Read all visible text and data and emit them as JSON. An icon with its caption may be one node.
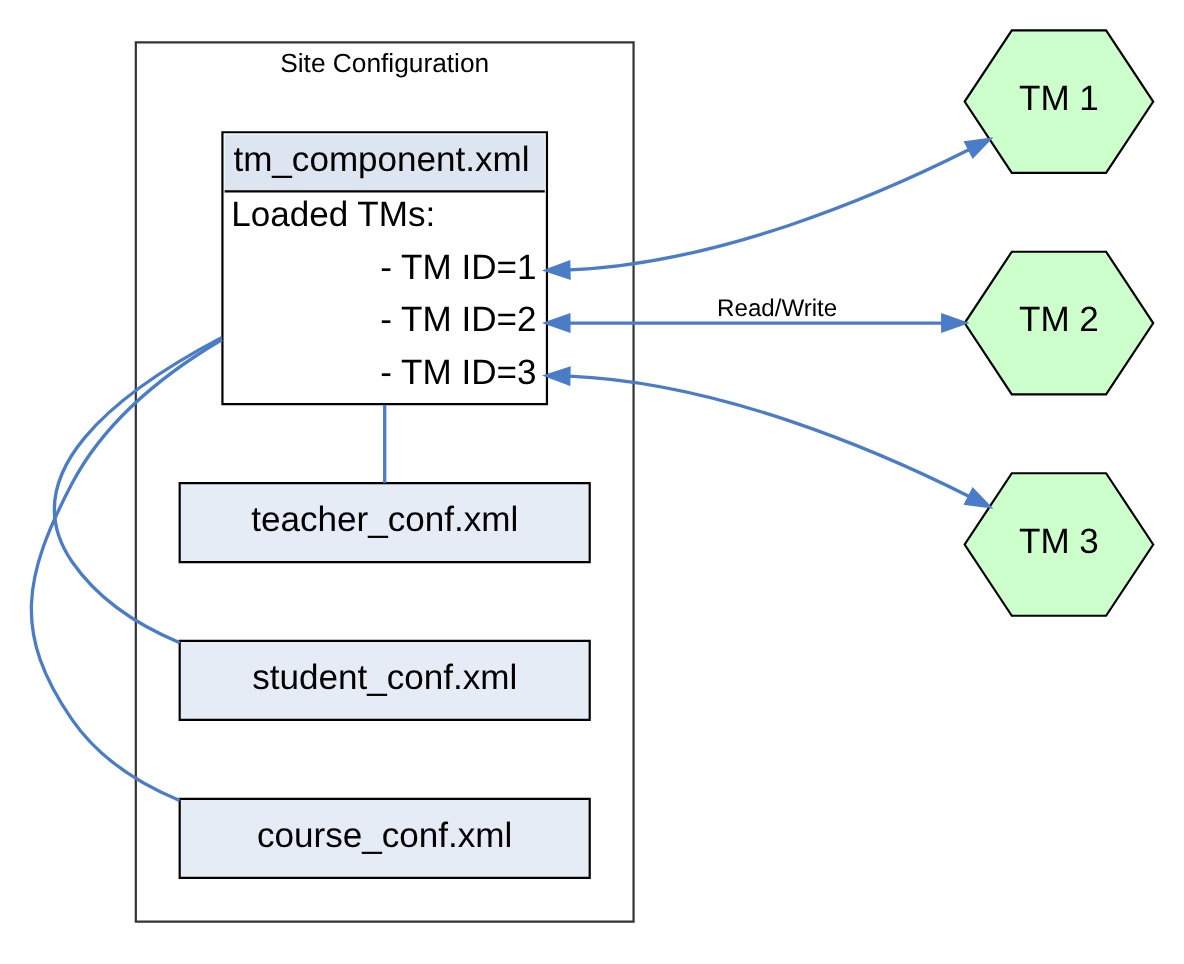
{
  "diagram": {
    "nodes": [
      {
        "text": [
          "Site Configuration"
        ]
      },
      {
        "text": [
          "tm_component.xml",
          "Loaded TMs:",
          "- TM ID=1",
          "- TM ID=2",
          "- TM ID=3"
        ],
        "in": 0
      },
      {
        "text": [
          "teacher_conf.xml"
        ],
        "in": 0
      },
      {
        "text": [
          "student_conf.xml"
        ],
        "in": 0
      },
      {
        "text": [
          "course_conf.xml"
        ],
        "in": 0
      },
      {
        "text": [
          "TM 1"
        ]
      },
      {
        "text": [
          "TM 2"
        ]
      },
      {
        "text": [
          "TM 3"
        ]
      }
    ],
    "edges": [
      {
        "from": 1,
        "to": 5,
        "arrow": "both"
      },
      {
        "from": 1,
        "to": 6,
        "arrow": "both",
        "label": "Read/Write"
      },
      {
        "from": 1,
        "to": 7,
        "arrow": "both"
      },
      {
        "from": 1,
        "to": 2,
        "arrow": "none"
      },
      {
        "from": 1,
        "to": 3,
        "arrow": "none"
      },
      {
        "from": 1,
        "to": 4,
        "arrow": "none"
      }
    ]
  }
}
